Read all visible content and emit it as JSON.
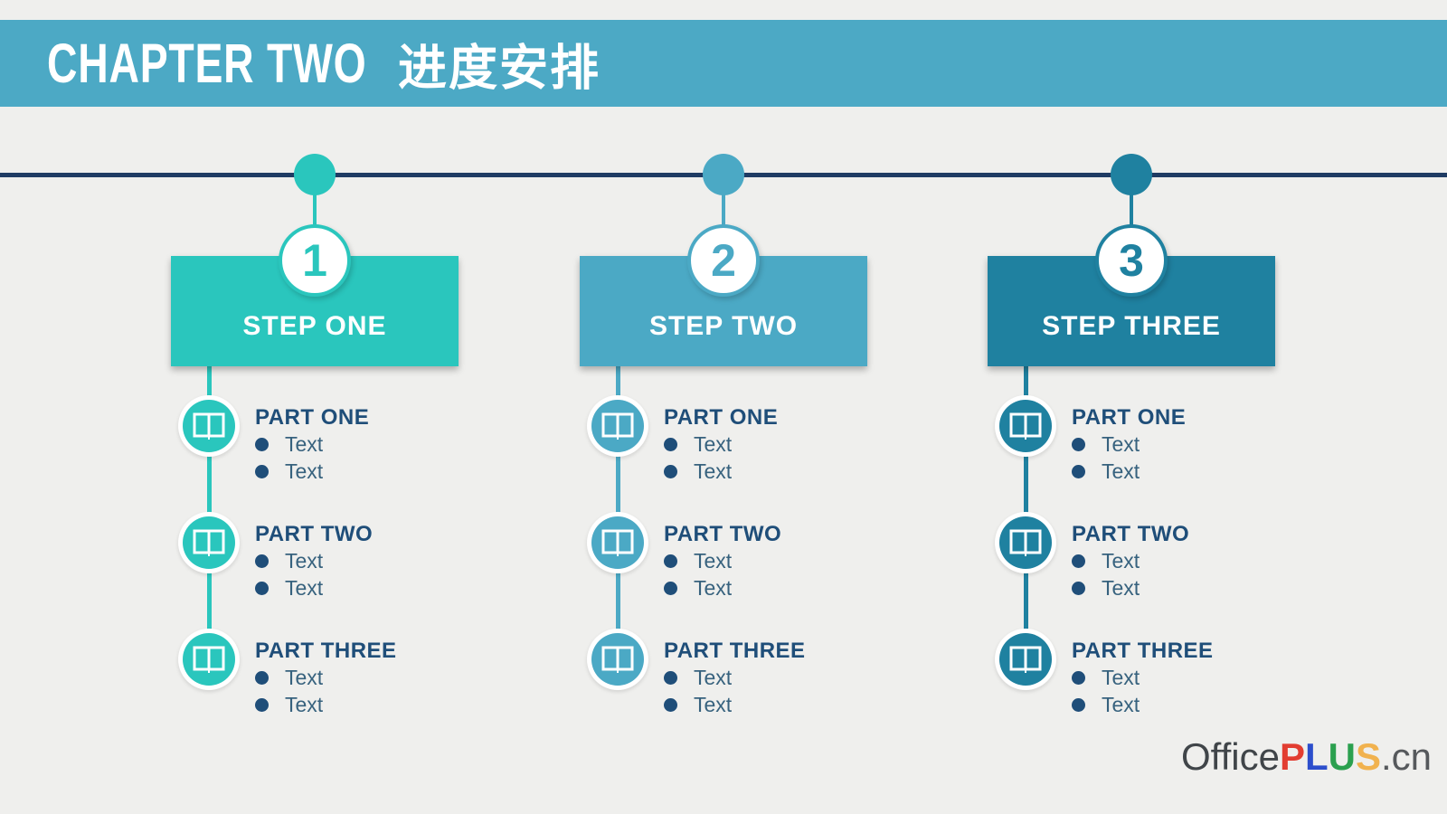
{
  "title": {
    "en": "CHAPTER TWO",
    "zh": "进度安排"
  },
  "colors": {
    "background": "#EFEFED",
    "banner": "#4CA9C5",
    "timeline": "#1F3B63",
    "accent1": "#2AC6BD",
    "accent2": "#4BA9C5",
    "accent3": "#1F81A0",
    "part_heading": "#1F4E79",
    "bullet": "#1F4E79",
    "item_text": "#37627E",
    "brand": {
      "office": "#404549",
      "p": "#E23D31",
      "l": "#2C4ECC",
      "u": "#2BA04F",
      "s": "#F1B24E",
      "cn": "#56595C"
    }
  },
  "columns": [
    {
      "number": "1",
      "step_label": "STEP ONE",
      "parts": [
        {
          "title": "PART ONE",
          "items": [
            "Text",
            "Text"
          ]
        },
        {
          "title": "PART TWO",
          "items": [
            "Text",
            "Text"
          ]
        },
        {
          "title": "PART THREE",
          "items": [
            "Text",
            "Text"
          ]
        }
      ]
    },
    {
      "number": "2",
      "step_label": "STEP TWO",
      "parts": [
        {
          "title": "PART ONE",
          "items": [
            "Text",
            "Text"
          ]
        },
        {
          "title": "PART TWO",
          "items": [
            "Text",
            "Text"
          ]
        },
        {
          "title": "PART THREE",
          "items": [
            "Text",
            "Text"
          ]
        }
      ]
    },
    {
      "number": "3",
      "step_label": "STEP THREE",
      "parts": [
        {
          "title": "PART ONE",
          "items": [
            "Text",
            "Text"
          ]
        },
        {
          "title": "PART TWO",
          "items": [
            "Text",
            "Text"
          ]
        },
        {
          "title": "PART THREE",
          "items": [
            "Text",
            "Text"
          ]
        }
      ]
    }
  ],
  "footer": {
    "office": "Office",
    "plus_p": "P",
    "plus_l": "L",
    "plus_u": "U",
    "plus_s": "S",
    "domain": ".cn"
  }
}
